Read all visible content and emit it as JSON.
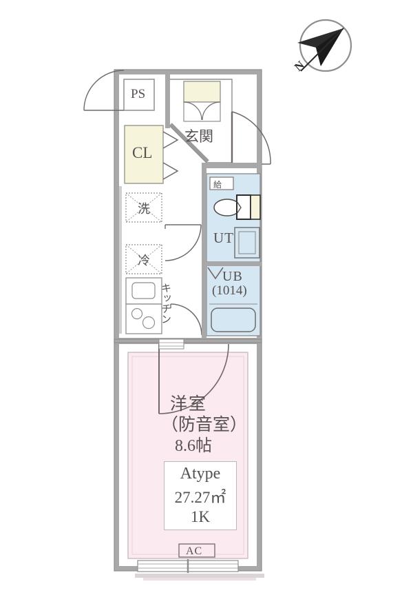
{
  "document": {
    "kind": "floor-plan",
    "unit_type": "Atype",
    "area": "27.27㎡",
    "layout": "1K"
  },
  "compass": {
    "name": "north-arrow",
    "label": "N"
  },
  "info_box": {
    "type_label": "Atype",
    "area_label": "27.27㎡",
    "layout_label": "1K"
  },
  "rooms": [
    {
      "key": "ps",
      "label": "PS"
    },
    {
      "key": "closet",
      "label": "CL"
    },
    {
      "key": "entrance",
      "label": "玄関"
    },
    {
      "key": "washer",
      "label": "洗"
    },
    {
      "key": "fridge",
      "label": "冷"
    },
    {
      "key": "kitchen",
      "label": "キッチン"
    },
    {
      "key": "utility",
      "label": "UT"
    },
    {
      "key": "supply",
      "label": "給"
    },
    {
      "key": "unitbath",
      "label": "UB"
    },
    {
      "key": "unitbath_size",
      "label": "(1014)"
    },
    {
      "key": "ac",
      "label": "AC"
    }
  ],
  "main_room": {
    "name_label": "洋室",
    "sub_label": "（防音室）",
    "size_label": "8.6帖"
  },
  "colors": {
    "wall": "#a8a8a8",
    "wall_inner": "#ffffff",
    "room_pink": "#fbeaf0",
    "water_blue": "#d6e7f4",
    "closet_cream": "#f7f4dc",
    "line": "#8e8e8e",
    "text": "#565150"
  }
}
